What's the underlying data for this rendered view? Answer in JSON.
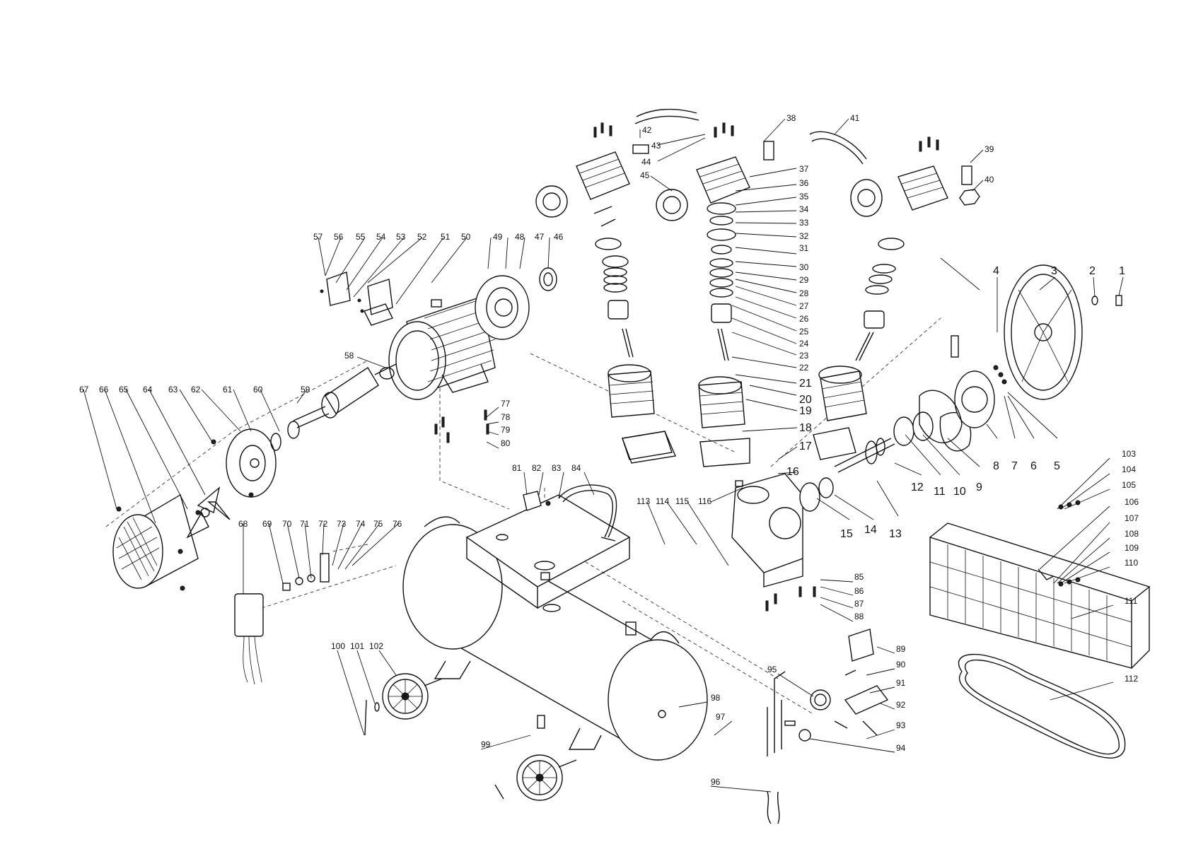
{
  "diagram": {
    "part_numbers": [
      "1",
      "2",
      "3",
      "4",
      "5",
      "6",
      "7",
      "8",
      "9",
      "10",
      "11",
      "12",
      "13",
      "14",
      "15",
      "16",
      "17",
      "18",
      "19",
      "20",
      "21",
      "22",
      "23",
      "24",
      "25",
      "26",
      "27",
      "28",
      "29",
      "30",
      "31",
      "32",
      "33",
      "34",
      "35",
      "36",
      "37",
      "38",
      "39",
      "40",
      "41",
      "42",
      "43",
      "44",
      "45",
      "46",
      "47",
      "48",
      "49",
      "50",
      "51",
      "52",
      "53",
      "54",
      "55",
      "56",
      "57",
      "58",
      "59",
      "60",
      "61",
      "62",
      "63",
      "64",
      "65",
      "66",
      "67",
      "68",
      "69",
      "70",
      "71",
      "72",
      "73",
      "74",
      "75",
      "76",
      "77",
      "78",
      "79",
      "80",
      "81",
      "82",
      "83",
      "84",
      "85",
      "86",
      "87",
      "88",
      "89",
      "90",
      "91",
      "92",
      "93",
      "94",
      "95",
      "96",
      "97",
      "98",
      "99",
      "100",
      "101",
      "102",
      "103",
      "104",
      "105",
      "106",
      "107",
      "108",
      "109",
      "110",
      "111",
      "112",
      "113",
      "114",
      "115",
      "116"
    ]
  }
}
